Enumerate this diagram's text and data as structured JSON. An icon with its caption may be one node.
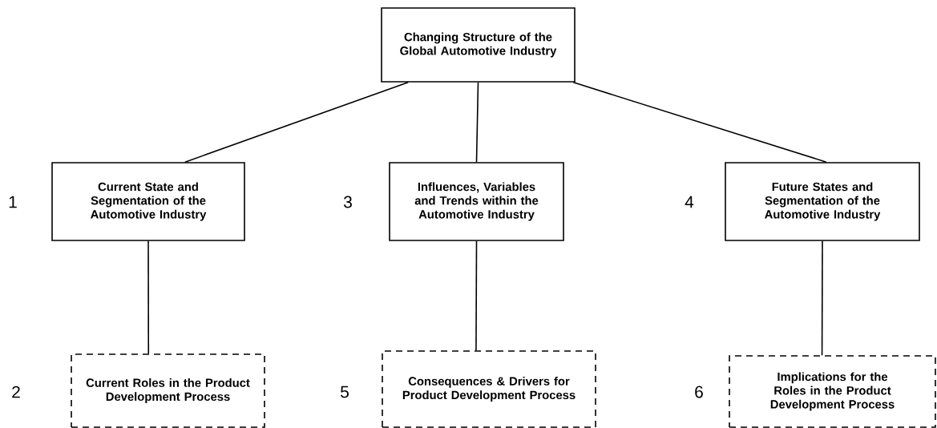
{
  "diagram": {
    "nodes": [
      {
        "text": [
          "Changing Structure of the Global Automotive Industry"
        ]
      },
      {
        "text": [
          "Current State and Segmentation of the Automotive Industry"
        ],
        "beside": [
          "1"
        ]
      },
      {
        "text": [
          "Influences, Variables and Trends within the Automotive Industry"
        ],
        "beside": [
          "3"
        ]
      },
      {
        "text": [
          "Future States and Segmentation of the Automotive Industry"
        ],
        "beside": [
          "4"
        ]
      },
      {
        "text": [
          "Current Roles in the Product Development Process"
        ],
        "beside": [
          "2"
        ]
      },
      {
        "text": [
          "Consequences & Drivers for Product Development Process"
        ],
        "beside": [
          "5"
        ]
      },
      {
        "text": [
          "Implications for the Roles in the Product Development Process"
        ],
        "beside": [
          "6"
        ]
      }
    ],
    "edges": [
      {
        "from": 0,
        "to": 1,
        "arrow": "none"
      },
      {
        "from": 0,
        "to": 2,
        "arrow": "none"
      },
      {
        "from": 0,
        "to": 3,
        "arrow": "none"
      },
      {
        "from": 1,
        "to": 4,
        "arrow": "none"
      },
      {
        "from": 2,
        "to": 5,
        "arrow": "none"
      },
      {
        "from": 3,
        "to": 6,
        "arrow": "none"
      }
    ]
  }
}
